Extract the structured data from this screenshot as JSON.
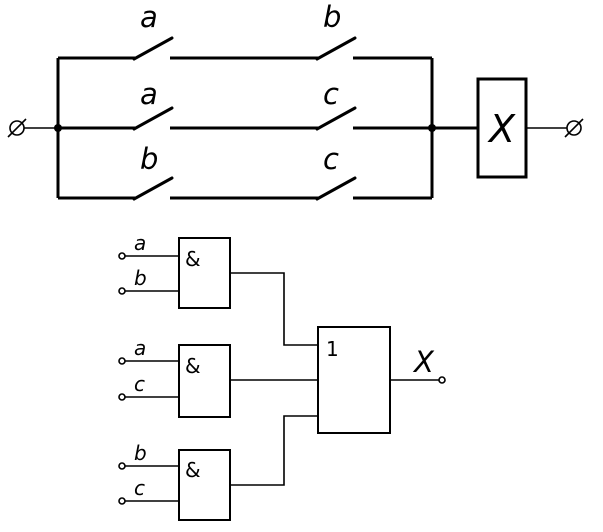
{
  "relay_circuit": {
    "branches": [
      {
        "contact_1": "a",
        "contact_2": "b"
      },
      {
        "contact_1": "a",
        "contact_2": "c"
      },
      {
        "contact_1": "b",
        "contact_2": "c"
      }
    ],
    "output_element": "X"
  },
  "logic_circuit": {
    "and_gates": [
      {
        "symbol": "&",
        "inputs": [
          "a",
          "b"
        ]
      },
      {
        "symbol": "&",
        "inputs": [
          "a",
          "c"
        ]
      },
      {
        "symbol": "&",
        "inputs": [
          "b",
          "c"
        ]
      }
    ],
    "or_gate": {
      "symbol": "1"
    },
    "output_label": "X"
  }
}
